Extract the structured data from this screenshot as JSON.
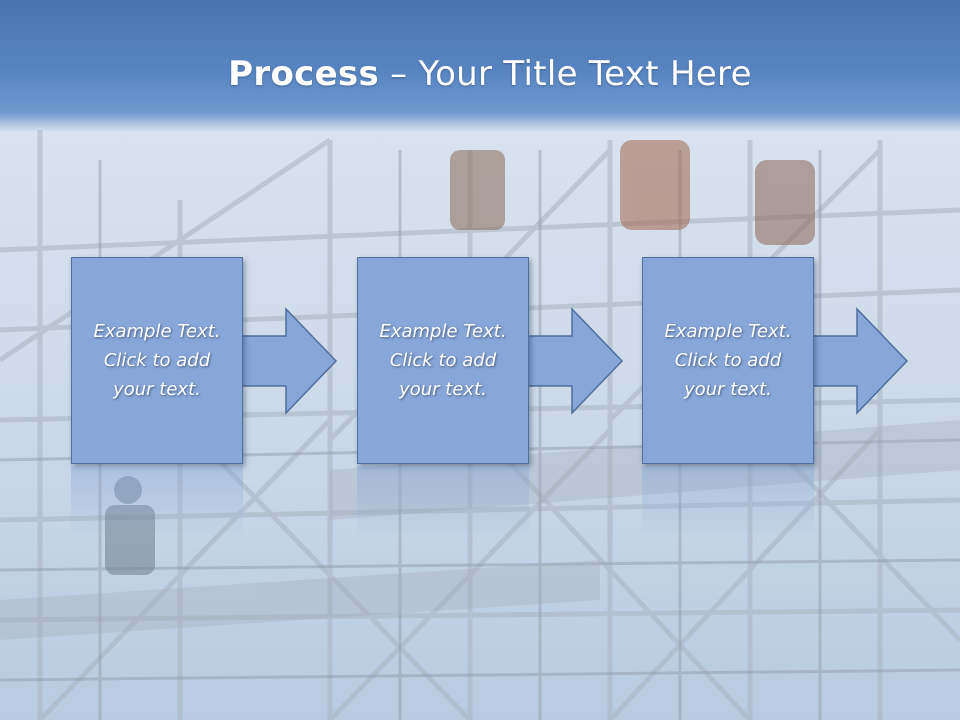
{
  "title": {
    "strong": "Process",
    "rest": " – Your Title Text Here"
  },
  "steps": [
    {
      "line1": "Example Text.",
      "line2": "Click  to add",
      "line3": "your text."
    },
    {
      "line1": "Example Text.",
      "line2": "Click  to add",
      "line3": "your text."
    },
    {
      "line1": "Example Text.",
      "line2": "Click  to add",
      "line3": "your text."
    }
  ],
  "colors": {
    "title_bar": "#5885c2",
    "box_fill": "#86a7d8",
    "box_border": "#4f6f9e",
    "arrow_fill": "#86a7d8"
  }
}
